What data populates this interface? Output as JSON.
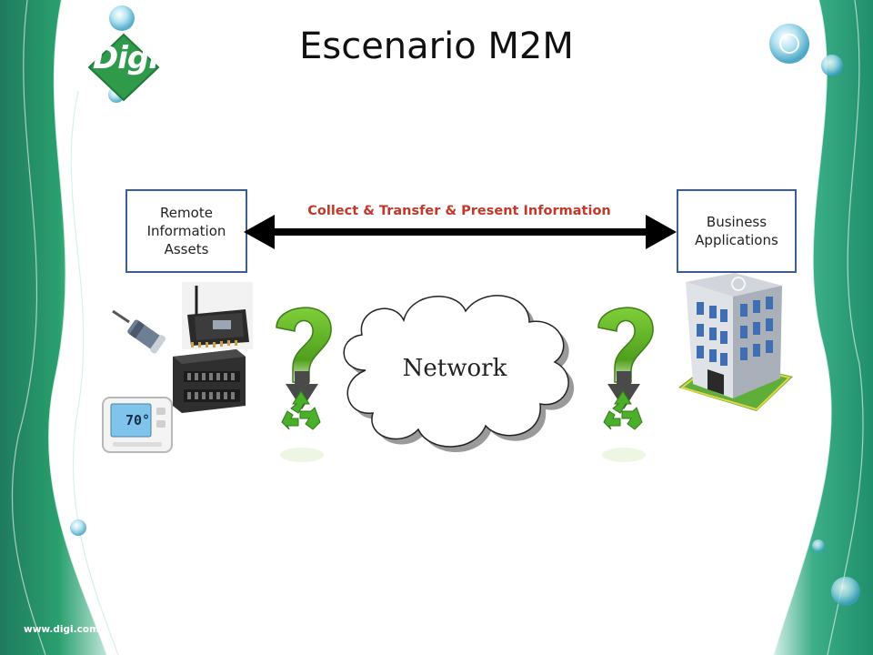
{
  "title": "Escenario M2M",
  "logo_text": "Digi",
  "footer_url": "www.digi.com",
  "left_box": {
    "lines": [
      "Remote",
      "Information",
      "Assets"
    ]
  },
  "right_box": {
    "lines": [
      "Business",
      "Applications"
    ]
  },
  "arrow_label": "Collect  & Transfer & Present Information",
  "network_label": "Network",
  "thermostat_reading": "70°",
  "icons": [
    "sensor-icon",
    "xbee-module-icon",
    "plc-controller-icon",
    "thermostat-icon",
    "question-mark-icon",
    "recycle-icon",
    "cloud-icon",
    "office-building-icon"
  ],
  "colors": {
    "accent_text": "#c0392b",
    "box_border": "#3a5f8a",
    "brand_green": "#2e9a4a",
    "question_green": "#6abf2a",
    "background_teal": "#1f8a6e"
  }
}
